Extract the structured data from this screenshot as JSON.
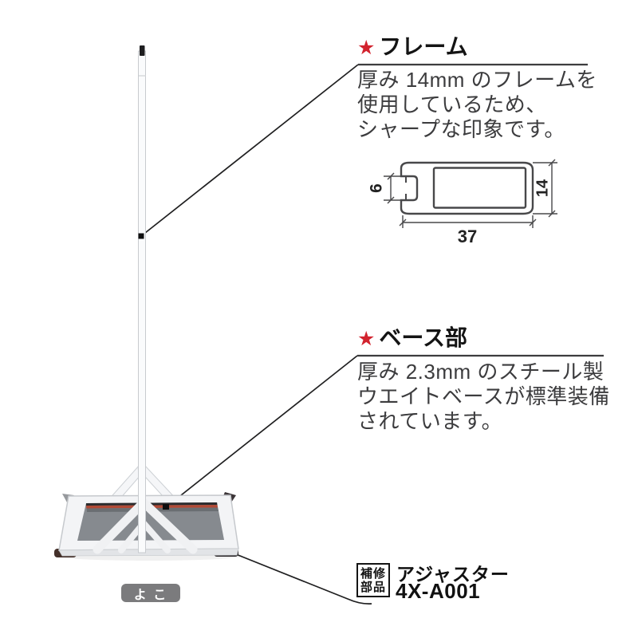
{
  "annotations": {
    "frame": {
      "star": "★",
      "title": "フレーム",
      "body_lines": [
        "厚み 14mm のフレームを",
        "使用しているため、",
        "シャープな印象です。"
      ]
    },
    "base": {
      "star": "★",
      "title": "ベース部",
      "body_lines": [
        "厚み 2.3mm のスチール製",
        "ウエイトベースが標準装備",
        "されています。"
      ]
    },
    "repair_part": {
      "tag_line1": "補修",
      "tag_line2": "部品",
      "part_name": "アジャスター",
      "part_number": "4X-A001"
    }
  },
  "profile_diagram": {
    "width_mm": "37",
    "height_mm": "14",
    "slot_mm": "6"
  },
  "figure": {
    "orientation_label": "よ こ"
  },
  "colors": {
    "star_red": "#d2232e",
    "panel_gray": "#868a8f",
    "accent_red_line": "#b14a36",
    "badge_gray": "#7b7b7d"
  }
}
